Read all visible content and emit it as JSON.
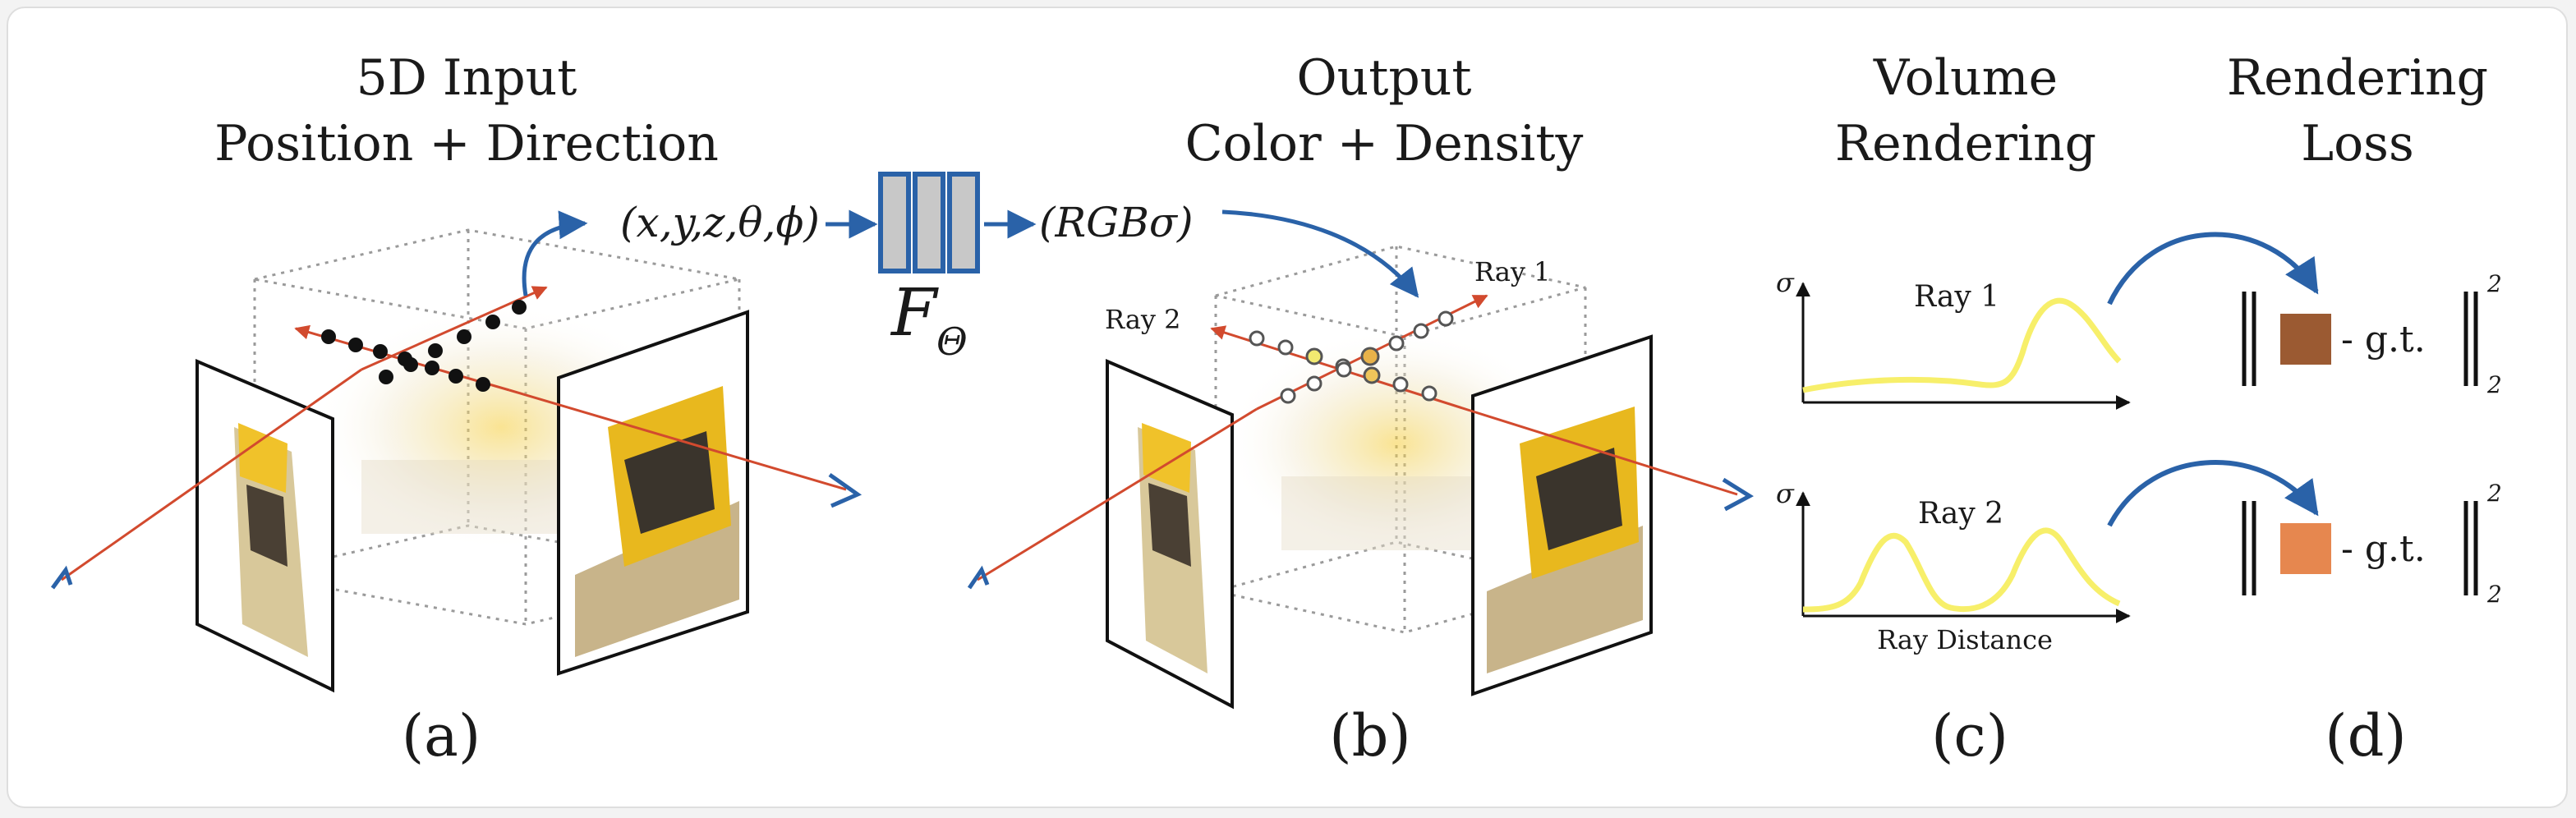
{
  "panels": {
    "a": {
      "title_line1": "5D Input",
      "title_line2": "Position + Direction",
      "caption": "(a)"
    },
    "b": {
      "title_line1": "Output",
      "title_line2": "Color + Density",
      "caption": "(b)"
    },
    "c": {
      "title_line1": "Volume",
      "title_line2": "Rendering",
      "caption": "(c)"
    },
    "d": {
      "title_line1": "Rendering",
      "title_line2": "Loss",
      "caption": "(d)"
    }
  },
  "network": {
    "input_label": "(x,y,z,θ,ϕ)",
    "output_label": "(RGBσ)",
    "function_symbol": "F",
    "function_subscript": "Θ"
  },
  "rays": {
    "ray1_label": "Ray 1",
    "ray2_label": "Ray 2"
  },
  "plots": {
    "sigma_label": "σ",
    "ray1_title": "Ray 1",
    "ray2_title": "Ray 2",
    "xlabel": "Ray Distance"
  },
  "loss": {
    "gt_label": "- g.t.",
    "exponent": "2",
    "subscript": "2",
    "swatch1_color": "#9b5a32",
    "swatch2_color": "#e6874f"
  },
  "colors": {
    "ray_red": "#d24a2e",
    "arrow_blue": "#2a62a8",
    "curve_yellow": "#f7ef6a",
    "network_gray": "#c8c8c8"
  }
}
